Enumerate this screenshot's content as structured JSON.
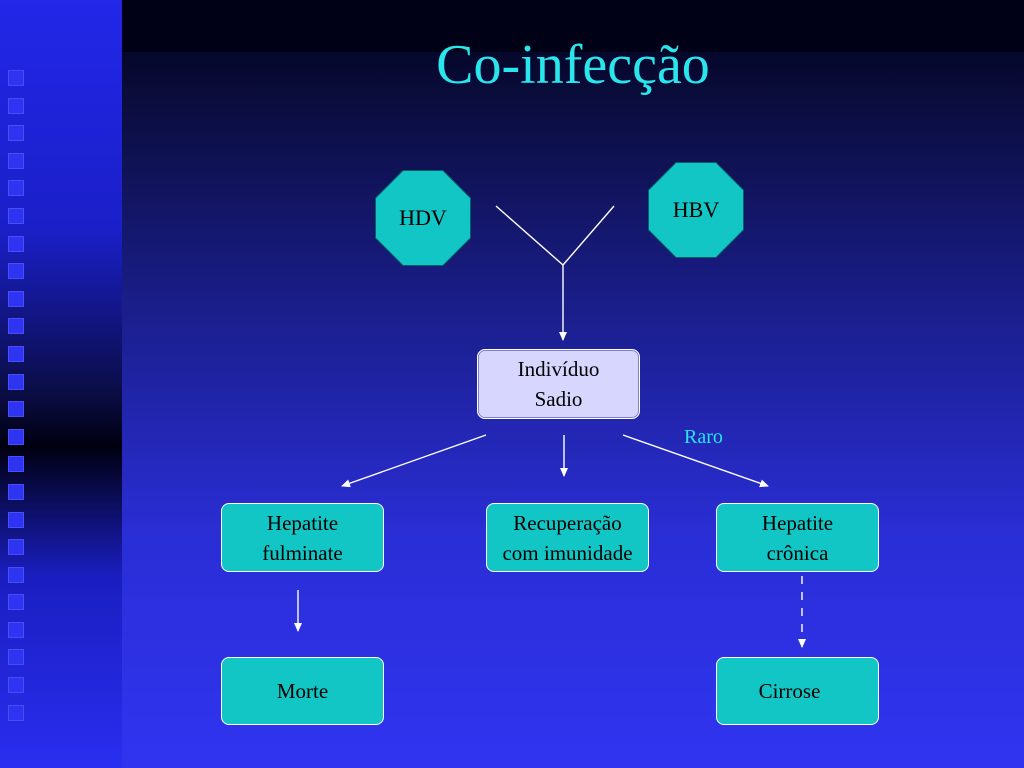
{
  "title": "Co-infecção",
  "nodes": {
    "hdv": "HDV",
    "hbv": "HBV",
    "individuo": [
      "Indivíduo",
      "Sadio"
    ],
    "hepatite_fulminante": [
      "Hepatite",
      "fulminate"
    ],
    "recuperacao": [
      "Recuperação",
      "com imunidade"
    ],
    "hepatite_cronica": [
      "Hepatite",
      "crônica"
    ],
    "morte": "Morte",
    "cirrose": "Cirrose"
  },
  "edge_labels": {
    "raro": "Raro"
  },
  "colors": {
    "title": "#28e6ec",
    "teal_node": "#13c6c6",
    "lavender_node": "#d6d6ff",
    "lines": "#ffffff"
  }
}
